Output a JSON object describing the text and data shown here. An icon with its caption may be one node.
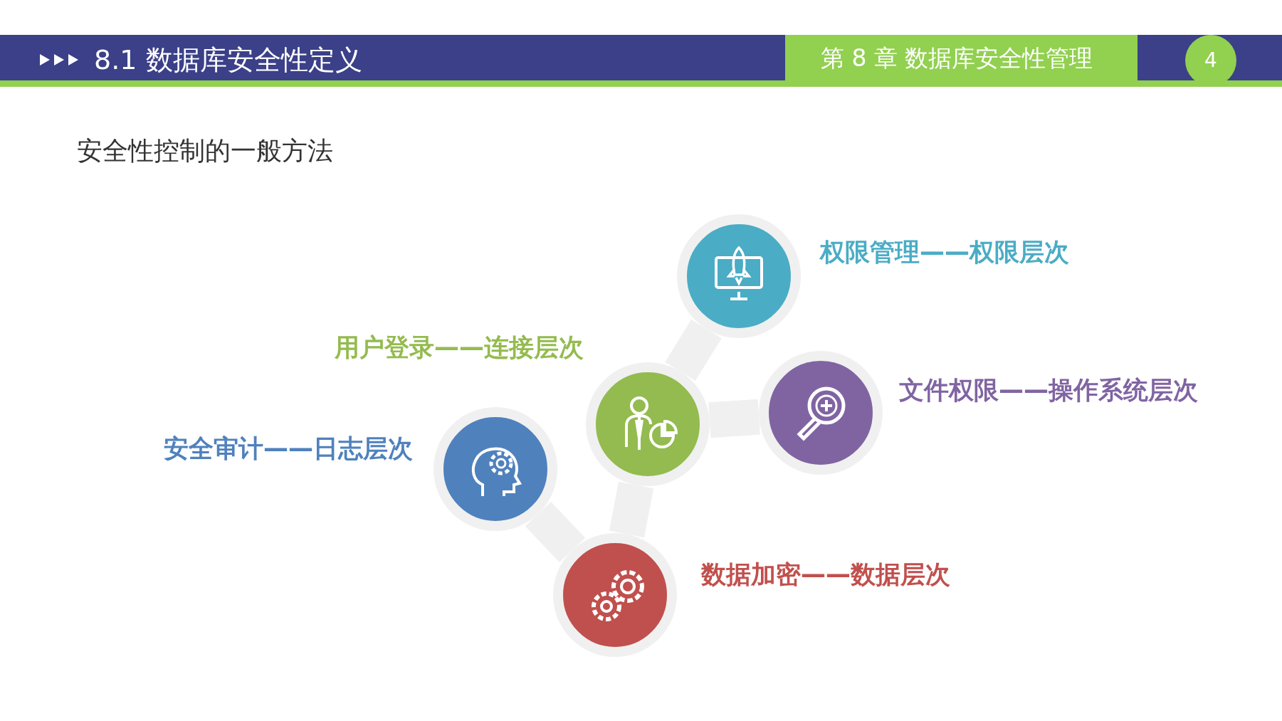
{
  "diagram": {
    "title": "8.1 数据库安全性定义",
    "nodes": [
      {
        "text": [],
        "shape": "circle",
        "beside": [
          "权限管理——权限层次"
        ]
      },
      {
        "text": [],
        "shape": "circle",
        "beside": [
          "用户登录——连接层次"
        ]
      },
      {
        "text": [],
        "shape": "circle",
        "beside": [
          "文件权限——操作系统层次"
        ]
      },
      {
        "text": [],
        "shape": "circle",
        "beside": [
          "安全审计——日志层次"
        ]
      },
      {
        "text": [],
        "shape": "circle",
        "beside": [
          "数据加密——数据层次"
        ]
      }
    ],
    "edges": [
      {
        "from": 0,
        "to": 1,
        "arrow": "none"
      },
      {
        "from": 1,
        "to": 2,
        "arrow": "none"
      },
      {
        "from": 1,
        "to": 4,
        "arrow": "none"
      },
      {
        "from": 3,
        "to": 4,
        "arrow": "none"
      }
    ],
    "labels": [
      "第 8 章 数据库安全性管理",
      "4",
      "安全性控制的一般方法"
    ]
  }
}
